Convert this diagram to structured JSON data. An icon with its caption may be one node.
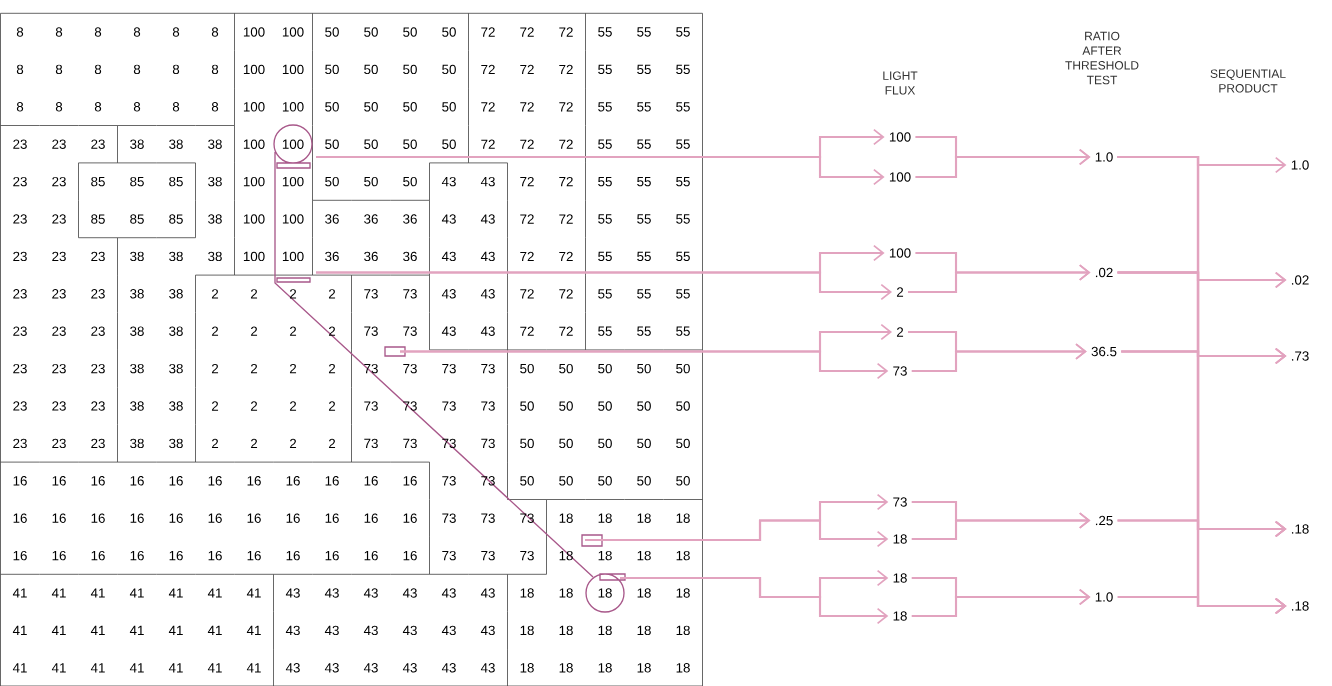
{
  "diagram": {
    "nodes": [
      {
        "text": [
          "100"
        ]
      },
      {
        "text": [
          "100"
        ]
      },
      {
        "text": [
          "100"
        ]
      },
      {
        "text": [
          "2"
        ]
      },
      {
        "text": [
          "2"
        ]
      },
      {
        "text": [
          "73"
        ]
      },
      {
        "text": [
          "73"
        ]
      },
      {
        "text": [
          "18"
        ]
      },
      {
        "text": [
          "18"
        ]
      },
      {
        "text": [
          "18"
        ]
      },
      {
        "text": [
          "1.0"
        ]
      },
      {
        "text": [
          ".02"
        ]
      },
      {
        "text": [
          "36.5"
        ]
      },
      {
        "text": [
          ".25"
        ]
      },
      {
        "text": [
          "1.0"
        ]
      },
      {
        "text": [
          "1.0"
        ]
      },
      {
        "text": [
          ".02"
        ]
      },
      {
        "text": [
          ".73"
        ]
      },
      {
        "text": [
          ".18"
        ]
      },
      {
        "text": [
          ".18"
        ]
      }
    ],
    "edges": [
      {
        "from": null,
        "to": 0,
        "arrow": "to"
      },
      {
        "from": null,
        "to": 1,
        "arrow": "to"
      },
      {
        "from": null,
        "to": 2,
        "arrow": "to"
      },
      {
        "from": null,
        "to": 3,
        "arrow": "to"
      },
      {
        "from": null,
        "to": 4,
        "arrow": "to"
      },
      {
        "from": null,
        "to": 5,
        "arrow": "to"
      },
      {
        "from": null,
        "to": 6,
        "arrow": "to"
      },
      {
        "from": null,
        "to": 7,
        "arrow": "to"
      },
      {
        "from": null,
        "to": 8,
        "arrow": "to"
      },
      {
        "from": null,
        "to": 9,
        "arrow": "to"
      },
      {
        "from": 0,
        "to": 10,
        "arrow": "to"
      },
      {
        "from": 1,
        "to": 10,
        "arrow": "to"
      },
      {
        "from": 2,
        "to": 11,
        "arrow": "to"
      },
      {
        "from": 3,
        "to": 11,
        "arrow": "to"
      },
      {
        "from": 4,
        "to": 12,
        "arrow": "to"
      },
      {
        "from": 5,
        "to": 12,
        "arrow": "to"
      },
      {
        "from": 6,
        "to": 13,
        "arrow": "to"
      },
      {
        "from": 7,
        "to": 13,
        "arrow": "to"
      },
      {
        "from": 8,
        "to": 14,
        "arrow": "to"
      },
      {
        "from": 9,
        "to": 14,
        "arrow": "to"
      },
      {
        "from": 10,
        "to": 15,
        "arrow": "to"
      },
      {
        "from": 10,
        "to": 16,
        "arrow": "to"
      },
      {
        "from": 10,
        "to": 17,
        "arrow": "to"
      },
      {
        "from": 10,
        "to": 18,
        "arrow": "to"
      },
      {
        "from": 10,
        "to": 19,
        "arrow": "to"
      },
      {
        "from": 11,
        "to": 16,
        "arrow": "to"
      },
      {
        "from": 11,
        "to": 17,
        "arrow": "to"
      },
      {
        "from": 11,
        "to": 18,
        "arrow": "to"
      },
      {
        "from": 11,
        "to": 19,
        "arrow": "to"
      },
      {
        "from": 12,
        "to": 17,
        "arrow": "to"
      },
      {
        "from": 12,
        "to": 18,
        "arrow": "to"
      },
      {
        "from": 12,
        "to": 19,
        "arrow": "to"
      },
      {
        "from": 13,
        "to": 18,
        "arrow": "to"
      },
      {
        "from": 13,
        "to": 19,
        "arrow": "to"
      },
      {
        "from": 14,
        "to": 19,
        "arrow": "to"
      }
    ],
    "labels": [
      "8",
      "8",
      "8",
      "8",
      "8",
      "8",
      "100",
      "100",
      "50",
      "50",
      "50",
      "50",
      "72",
      "72",
      "72",
      "55",
      "55",
      "55",
      "8",
      "8",
      "8",
      "8",
      "8",
      "8",
      "100",
      "100",
      "50",
      "50",
      "50",
      "50",
      "72",
      "72",
      "72",
      "55",
      "55",
      "55",
      "8",
      "8",
      "8",
      "8",
      "8",
      "8",
      "100",
      "100",
      "50",
      "50",
      "50",
      "50",
      "72",
      "72",
      "72",
      "55",
      "55",
      "55",
      "23",
      "23",
      "23",
      "38",
      "38",
      "38",
      "100",
      "100",
      "50",
      "50",
      "50",
      "50",
      "72",
      "72",
      "72",
      "55",
      "55",
      "55",
      "23",
      "23",
      "85",
      "85",
      "85",
      "38",
      "100",
      "100",
      "50",
      "50",
      "50",
      "43",
      "43",
      "72",
      "72",
      "55",
      "55",
      "55",
      "23",
      "23",
      "85",
      "85",
      "85",
      "38",
      "100",
      "100",
      "36",
      "36",
      "36",
      "43",
      "43",
      "72",
      "72",
      "55",
      "55",
      "55",
      "23",
      "23",
      "23",
      "38",
      "38",
      "38",
      "100",
      "100",
      "36",
      "36",
      "36",
      "43",
      "43",
      "72",
      "72",
      "55",
      "55",
      "55",
      "23",
      "23",
      "23",
      "38",
      "38",
      "2",
      "2",
      "2",
      "2",
      "73",
      "73",
      "43",
      "43",
      "72",
      "72",
      "55",
      "55",
      "55",
      "23",
      "23",
      "23",
      "38",
      "38",
      "2",
      "2",
      "2",
      "2",
      "73",
      "73",
      "43",
      "43",
      "72",
      "72",
      "55",
      "55",
      "55",
      "23",
      "23",
      "23",
      "38",
      "38",
      "2",
      "2",
      "2",
      "2",
      "73",
      "73",
      "73",
      "73",
      "50",
      "50",
      "50",
      "50",
      "50",
      "23",
      "23",
      "23",
      "38",
      "38",
      "2",
      "2",
      "2",
      "2",
      "73",
      "73",
      "73",
      "73",
      "50",
      "50",
      "50",
      "50",
      "50",
      "23",
      "23",
      "23",
      "38",
      "38",
      "2",
      "2",
      "2",
      "2",
      "73",
      "73",
      "73",
      "73",
      "50",
      "50",
      "50",
      "50",
      "50",
      "16",
      "16",
      "16",
      "16",
      "16",
      "16",
      "16",
      "16",
      "16",
      "16",
      "16",
      "73",
      "73",
      "50",
      "50",
      "50",
      "50",
      "50",
      "16",
      "16",
      "16",
      "16",
      "16",
      "16",
      "16",
      "16",
      "16",
      "16",
      "16",
      "73",
      "73",
      "73",
      "18",
      "18",
      "18",
      "18",
      "16",
      "16",
      "16",
      "16",
      "16",
      "16",
      "16",
      "16",
      "16",
      "16",
      "16",
      "73",
      "73",
      "73",
      "18",
      "18",
      "18",
      "18",
      "41",
      "41",
      "41",
      "41",
      "41",
      "41",
      "41",
      "43",
      "43",
      "43",
      "43",
      "43",
      "43",
      "18",
      "18",
      "18",
      "18",
      "18",
      "41",
      "41",
      "41",
      "41",
      "41",
      "41",
      "41",
      "43",
      "43",
      "43",
      "43",
      "43",
      "43",
      "18",
      "18",
      "18",
      "18",
      "18",
      "41",
      "41",
      "41",
      "41",
      "41",
      "41",
      "41",
      "43",
      "43",
      "43",
      "43",
      "43",
      "43",
      "18",
      "18",
      "18",
      "18",
      "18",
      "LIGHT FLUX",
      "RATIO AFTER THRESHOLD TEST",
      "SEQUENTIAL PRODUCT"
    ]
  }
}
